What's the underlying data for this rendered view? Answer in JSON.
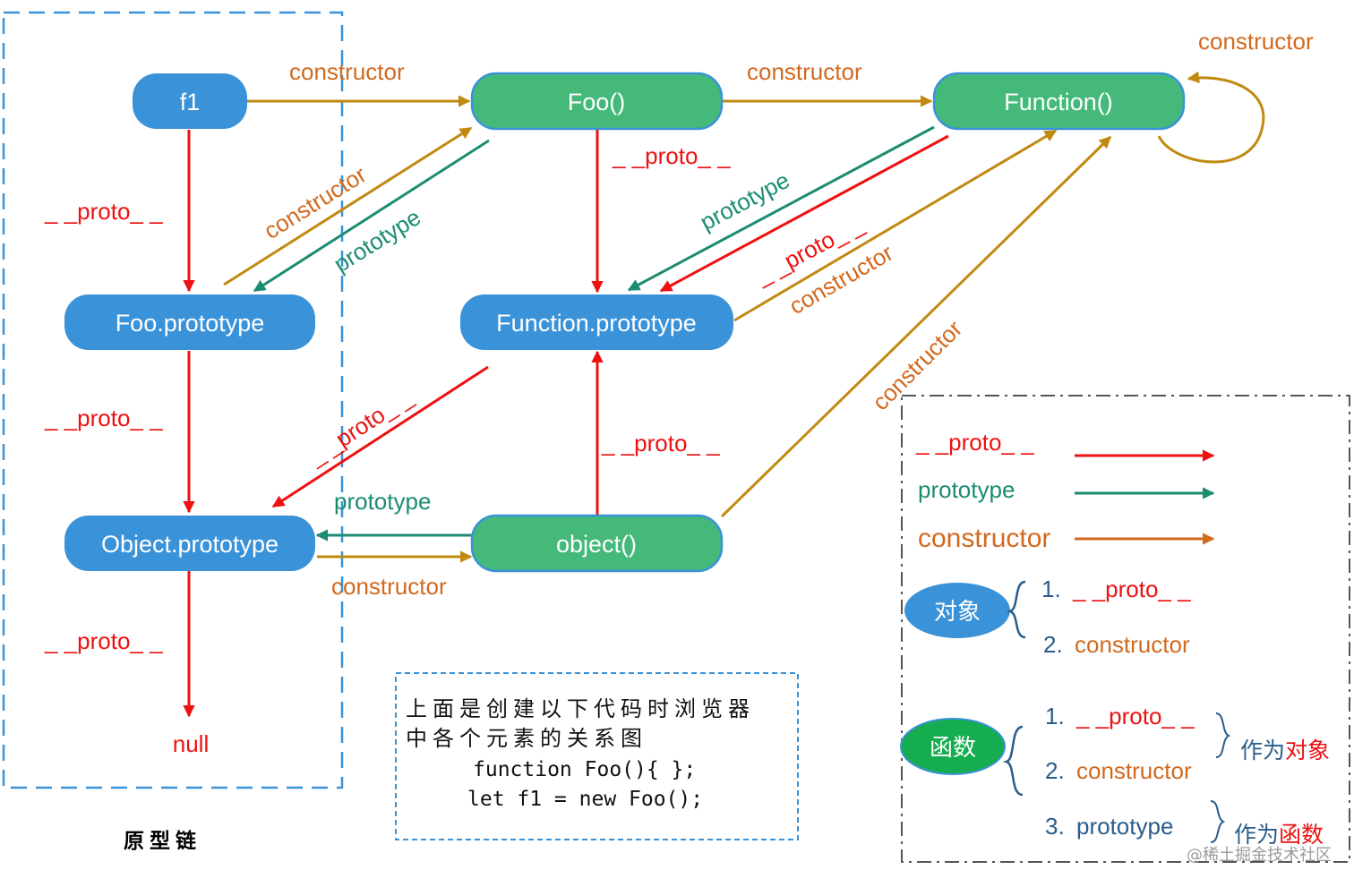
{
  "colors": {
    "proto": "#ee1111",
    "prototype": "#1b8c72",
    "constructor": "#c08a12",
    "constructor_text": "#d2691e",
    "object_node": "#3a92d8",
    "function_node": "#44b97a",
    "function_node_alt": "#15ad4f",
    "muted_blue": "#2a5c8a"
  },
  "nodes": {
    "f1": "f1",
    "foo": "Foo()",
    "function": "Function()",
    "foo_prototype": "Foo.prototype",
    "function_prototype": "Function.prototype",
    "object_prototype": "Object.prototype",
    "object": "object()",
    "null": "null"
  },
  "edge_labels": {
    "proto": "_ _proto_ _",
    "prototype": "prototype",
    "constructor": "constructor"
  },
  "prototype_chain_label": "原型链",
  "note": {
    "line1": "上面是创建以下代码时浏览器",
    "line2": "中各个元素的关系图",
    "line3": "function Foo(){ };",
    "line4": "let f1 = new Foo();"
  },
  "legend": {
    "proto": "_ _proto_ _",
    "prototype": "prototype",
    "constructor": "constructor",
    "object_badge": "对象",
    "object_item1_num": "1.",
    "object_item1": "_ _proto_ _",
    "object_item2_num": "2.",
    "object_item2": "constructor",
    "function_badge": "函数",
    "function_item1_num": "1.",
    "function_item1": "_ _proto_ _",
    "function_item2_num": "2.",
    "function_item2": "constructor",
    "function_item3_num": "3.",
    "function_item3": "prototype",
    "as_object_prefix": "作为",
    "as_object_suffix": "对象",
    "as_function_prefix": "作为",
    "as_function_suffix": "函数"
  },
  "watermark": "@稀土掘金技术社区"
}
